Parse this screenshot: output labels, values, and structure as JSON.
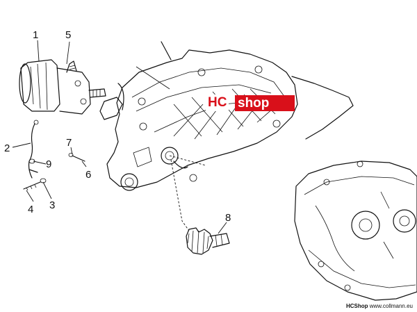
{
  "callouts": [
    {
      "id": "1",
      "label": "1"
    },
    {
      "id": "5",
      "label": "5"
    },
    {
      "id": "2",
      "label": "2"
    },
    {
      "id": "9",
      "label": "9"
    },
    {
      "id": "7",
      "label": "7"
    },
    {
      "id": "6",
      "label": "6"
    },
    {
      "id": "4",
      "label": "4"
    },
    {
      "id": "3",
      "label": "3"
    },
    {
      "id": "8",
      "label": "8"
    }
  ],
  "watermark": {
    "part1": "HC",
    "part2": "shop"
  },
  "footer": {
    "brand": "HCShop",
    "site": "www.collmann.eu"
  }
}
